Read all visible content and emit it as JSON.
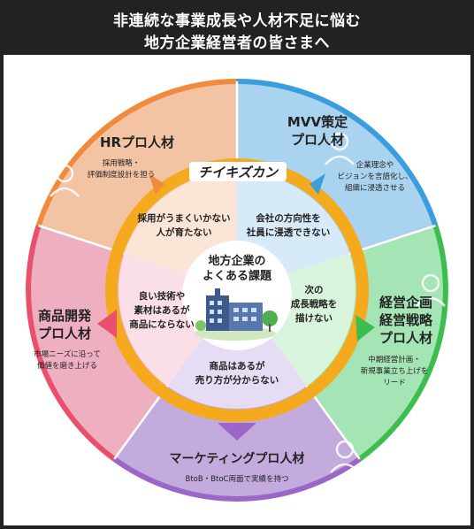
{
  "header": {
    "line1": "非連続な事業成長や人材不足に悩む",
    "line2": "地方企業経営者の皆さまへ"
  },
  "brand": {
    "logo_text": "チイキズカン"
  },
  "center": {
    "title_line1": "地方企業の",
    "title_line2": "よくある課題"
  },
  "roles": [
    {
      "id": "hr",
      "title": "HRプロ人材",
      "desc": [
        "採用戦略・",
        "評価制度設計を担う"
      ],
      "color": "#f2c4a4"
    },
    {
      "id": "mvv",
      "title_lines": [
        "MVV策定",
        "プロ人材"
      ],
      "desc": [
        "企業理念や",
        "ビジョンを言語化し、",
        "組織に浸透させる"
      ],
      "color": "#a9d3ee"
    },
    {
      "id": "mgmt",
      "title_lines": [
        "経営企画",
        "経営戦略",
        "プロ人材"
      ],
      "desc": [
        "中期経営計画・",
        "新規事業立ち上げを",
        "リード"
      ],
      "color": "#a5e4b4"
    },
    {
      "id": "mkt",
      "title": "マーケティングプロ人材",
      "desc": [
        "BtoB・BtoC両面で実績を持つ"
      ],
      "color": "#c3abde"
    },
    {
      "id": "product",
      "title_lines": [
        "商品開発",
        "プロ人材"
      ],
      "desc": [
        "市場ニーズに沿って",
        "価値を磨き上げる"
      ],
      "color": "#eeb0c0"
    }
  ],
  "challenges": [
    {
      "id": "hiring",
      "lines": [
        "採用がうまくいかない",
        "人が育たない"
      ]
    },
    {
      "id": "direction",
      "lines": [
        "会社の方向性を",
        "社員に浸透できない"
      ]
    },
    {
      "id": "growth",
      "lines": [
        "次の",
        "成長戦略を",
        "描けない"
      ]
    },
    {
      "id": "sales",
      "lines": [
        "商品はあるが",
        "売り方が分からない"
      ]
    },
    {
      "id": "product",
      "lines": [
        "良い技術や",
        "素材はあるが",
        "商品にならない"
      ]
    }
  ],
  "colors": {
    "ring": "#f5a91c",
    "hr_border": "#f08a3c",
    "mvv_border": "#3a9ede",
    "mgmt_border": "#3cbe4e",
    "mkt_border": "#9a66c8",
    "product_border": "#e8506e"
  }
}
